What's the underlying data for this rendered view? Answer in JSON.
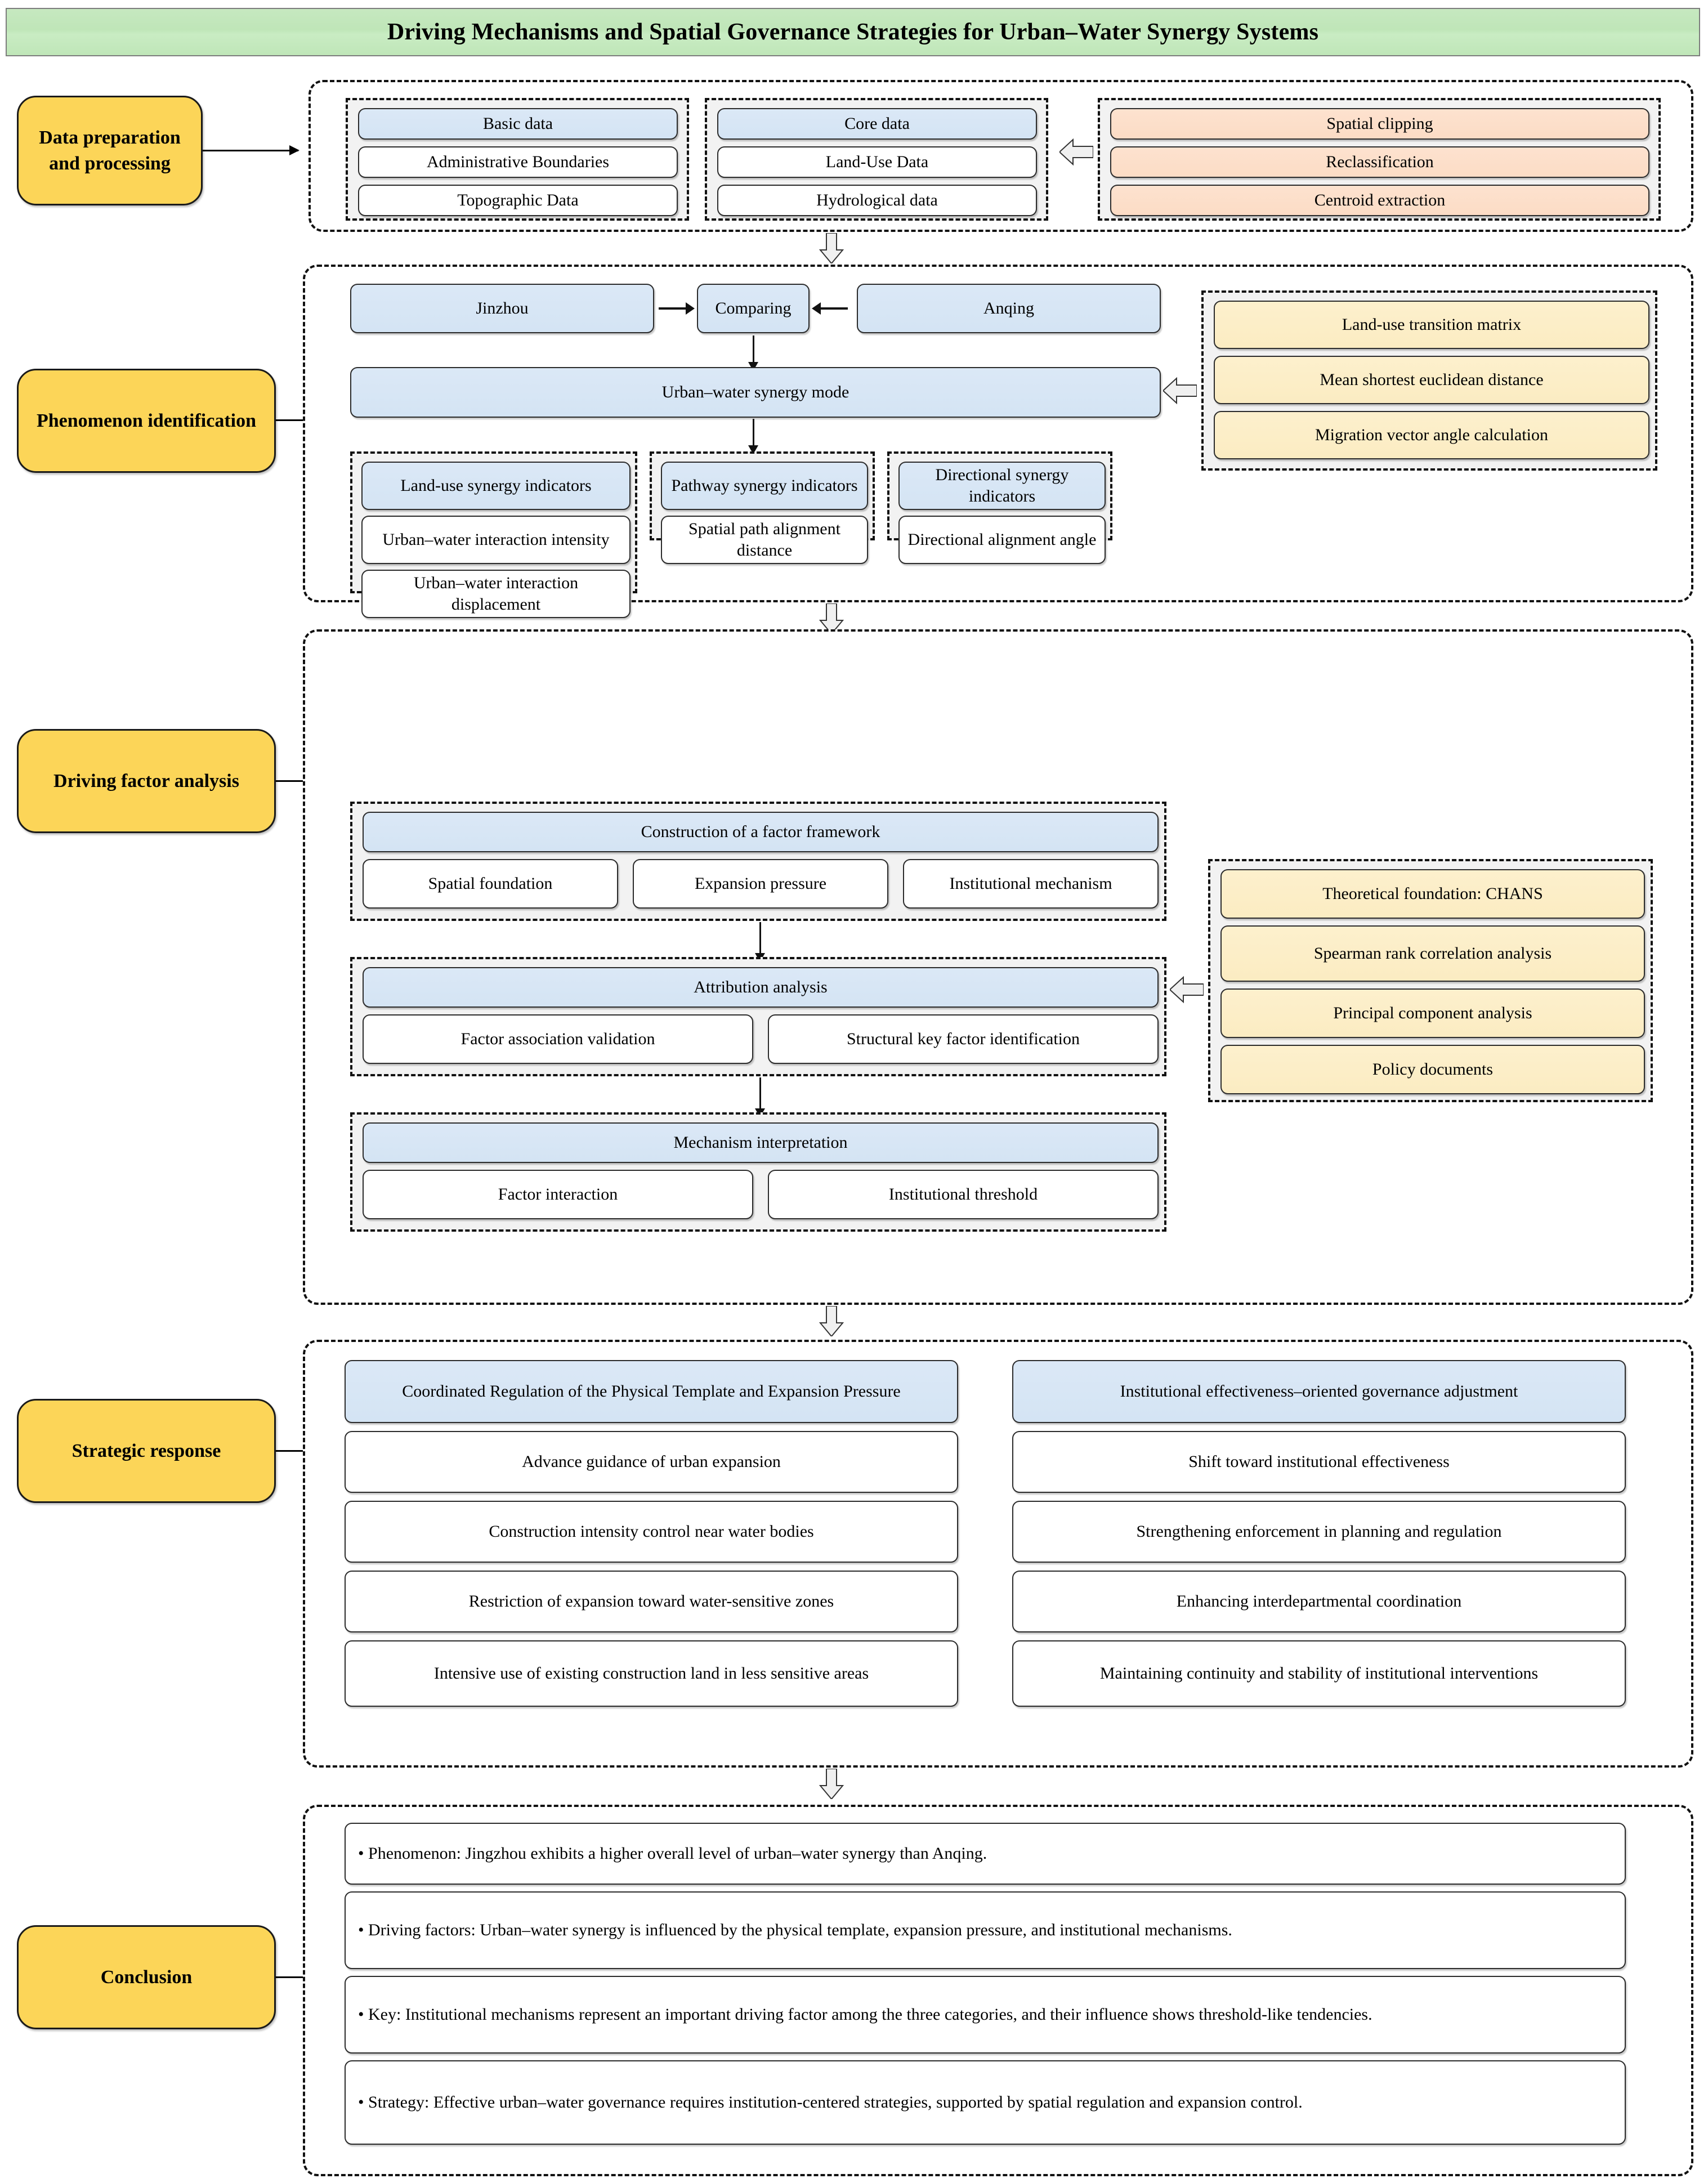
{
  "title": "Driving Mechanisms and Spatial Governance Strategies for Urban–Water Synergy Systems",
  "stages": [
    {
      "id": "data",
      "label": "Data preparation and processing"
    },
    {
      "id": "phenomenon",
      "label": "Phenomenon identification"
    },
    {
      "id": "driving",
      "label": "Driving factor analysis"
    },
    {
      "id": "strategy",
      "label": "Strategic response"
    },
    {
      "id": "conclusion",
      "label": "Conclusion"
    }
  ],
  "data_preparation": {
    "basic": {
      "header": "Basic data",
      "items": [
        "Administrative Boundaries",
        "Topographic Data"
      ]
    },
    "core": {
      "header": "Core data",
      "items": [
        "Land-Use Data",
        "Hydrological data"
      ]
    },
    "methods": [
      "Spatial clipping",
      "Reclassification",
      "Centroid extraction"
    ]
  },
  "phenomenon": {
    "city_left": "Jinzhou",
    "comparing": "Comparing",
    "city_right": "Anqing",
    "mode": "Urban–water synergy mode",
    "indicator_groups": [
      {
        "header": "Land-use synergy indicators",
        "items": [
          "Urban–water interaction intensity",
          "Urban–water interaction displacement"
        ]
      },
      {
        "header": "Pathway synergy indicators",
        "items": [
          "Spatial path alignment distance"
        ]
      },
      {
        "header": "Directional synergy indicators",
        "items": [
          "Directional alignment angle"
        ]
      }
    ],
    "methods": [
      "Land-use transition matrix",
      "Mean shortest euclidean distance",
      "Migration vector angle calculation"
    ]
  },
  "driving": {
    "framework": {
      "header": "Construction of a factor framework",
      "items": [
        "Spatial foundation",
        "Expansion pressure",
        "Institutional mechanism"
      ]
    },
    "attribution": {
      "header": "Attribution analysis",
      "items": [
        "Factor association validation",
        "Structural key factor identification"
      ]
    },
    "mechanism": {
      "header": "Mechanism interpretation",
      "items": [
        "Factor interaction",
        "Institutional threshold"
      ]
    },
    "methods": [
      "Theoretical foundation: CHANS",
      "Spearman rank correlation analysis",
      "Principal component analysis",
      "Policy documents"
    ]
  },
  "strategy": {
    "columns": [
      {
        "header": "Coordinated Regulation of the Physical Template and Expansion Pressure",
        "items": [
          "Advance guidance of urban expansion",
          "Construction intensity control near water bodies",
          "Restriction of expansion toward water-sensitive zones",
          "Intensive use of existing construction land in less sensitive areas"
        ]
      },
      {
        "header": "Institutional effectiveness–oriented governance adjustment",
        "items": [
          "Shift toward institutional effectiveness",
          "Strengthening enforcement in planning and regulation",
          "Enhancing interdepartmental coordination",
          "Maintaining continuity and stability of institutional interventions"
        ]
      }
    ]
  },
  "conclusion": {
    "items": [
      "• Phenomenon: Jingzhou exhibits a higher overall level of urban–water synergy than Anqing.",
      "• Driving factors: Urban–water synergy is influenced by the physical template, expansion pressure, and institutional mechanisms.",
      "• Key: Institutional mechanisms represent an important driving factor among the three categories, and their influence shows threshold-like tendencies.",
      "• Strategy: Effective urban–water governance requires institution-centered strategies, supported by spatial regulation and expansion control."
    ]
  },
  "colors": {
    "title_bg": "#c6e8c0",
    "stage_bg": "#fcd558",
    "header_blue": "#d7e6f5",
    "method_peach": "#fde2cf",
    "method_cream": "#fdf0cd",
    "subpanel_bg": "#f2f2f2"
  }
}
